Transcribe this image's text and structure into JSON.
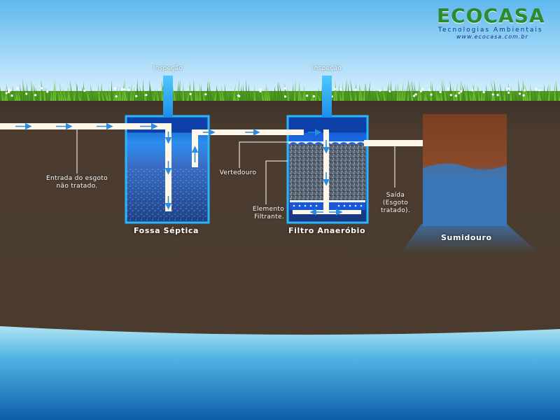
{
  "logo": {
    "word": "ECOCASA",
    "tagline": "Tecnologias Ambientais",
    "url": "www.ecocasa.com.br"
  },
  "labels": {
    "inspecao_1": "Inspeção",
    "inspecao_2": "Inspeção",
    "entrada": "Entrada do esgoto\nnão tratado.",
    "vertedouro": "Vertedouro",
    "elemento": "Elemento\nFiltrante.",
    "saida": "Saída\n(Esgoto\ntratado).",
    "fossa": "Fossa Séptica",
    "filtro": "Filtro Anaeróbio",
    "sumidouro": "Sumidouro"
  },
  "colors": {
    "sky_top": "#5fb8ee",
    "sky_bottom": "#d9f0ff",
    "soil": "#4a3b2e",
    "grass": "#5caa2a",
    "pipe": "#fdf7ea",
    "water": "#1a7fd6",
    "tank_frame": "#29b6ff",
    "groundwater_top": "#aee3f2",
    "groundwater_bottom": "#0c5ea8",
    "arrow": "#2a8ee0",
    "sumidouro_top": "#8a4a2a",
    "sumidouro_bottom": "#3a78b8"
  }
}
